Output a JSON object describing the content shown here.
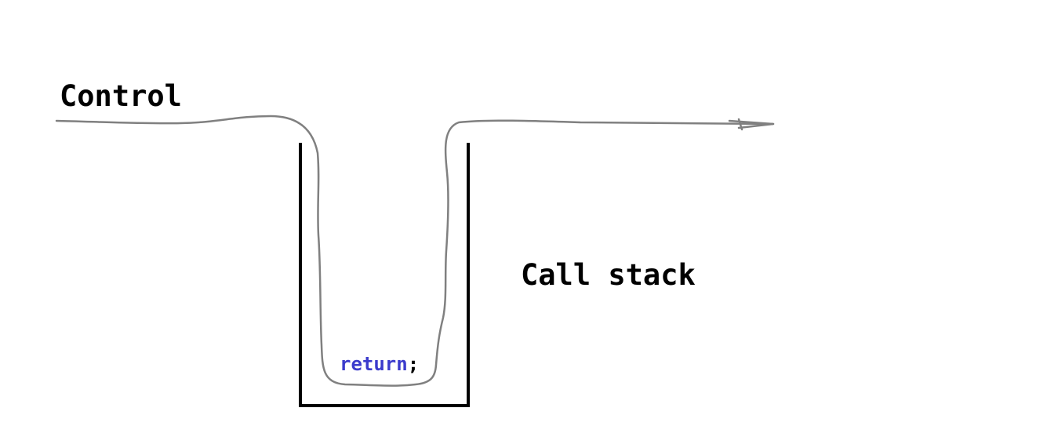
{
  "labels": {
    "control": "Control",
    "call_stack": "Call stack"
  },
  "code": {
    "keyword": "return",
    "punct": ";"
  },
  "colors": {
    "control_line": "#808080",
    "stack": "#000000",
    "keyword": "#3b3bcc",
    "text": "#000000",
    "background": "#ffffff"
  }
}
